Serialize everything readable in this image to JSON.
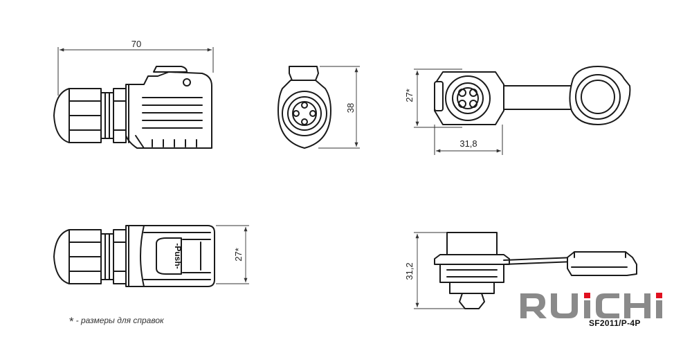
{
  "dimensions": {
    "side_length": "70",
    "face_height": "38",
    "rear_height": "27*",
    "rear_width": "31,8",
    "top_width": "27*",
    "panel_height": "31,2"
  },
  "push_label": "-Push-",
  "footnote": {
    "symbol": "*",
    "text": "- размеры для справок"
  },
  "brand": {
    "logo_text": "RUiCHi",
    "model": "SF2011/P-4P",
    "logo_color": "#8a8a8a",
    "accent_color": "#e01020"
  }
}
